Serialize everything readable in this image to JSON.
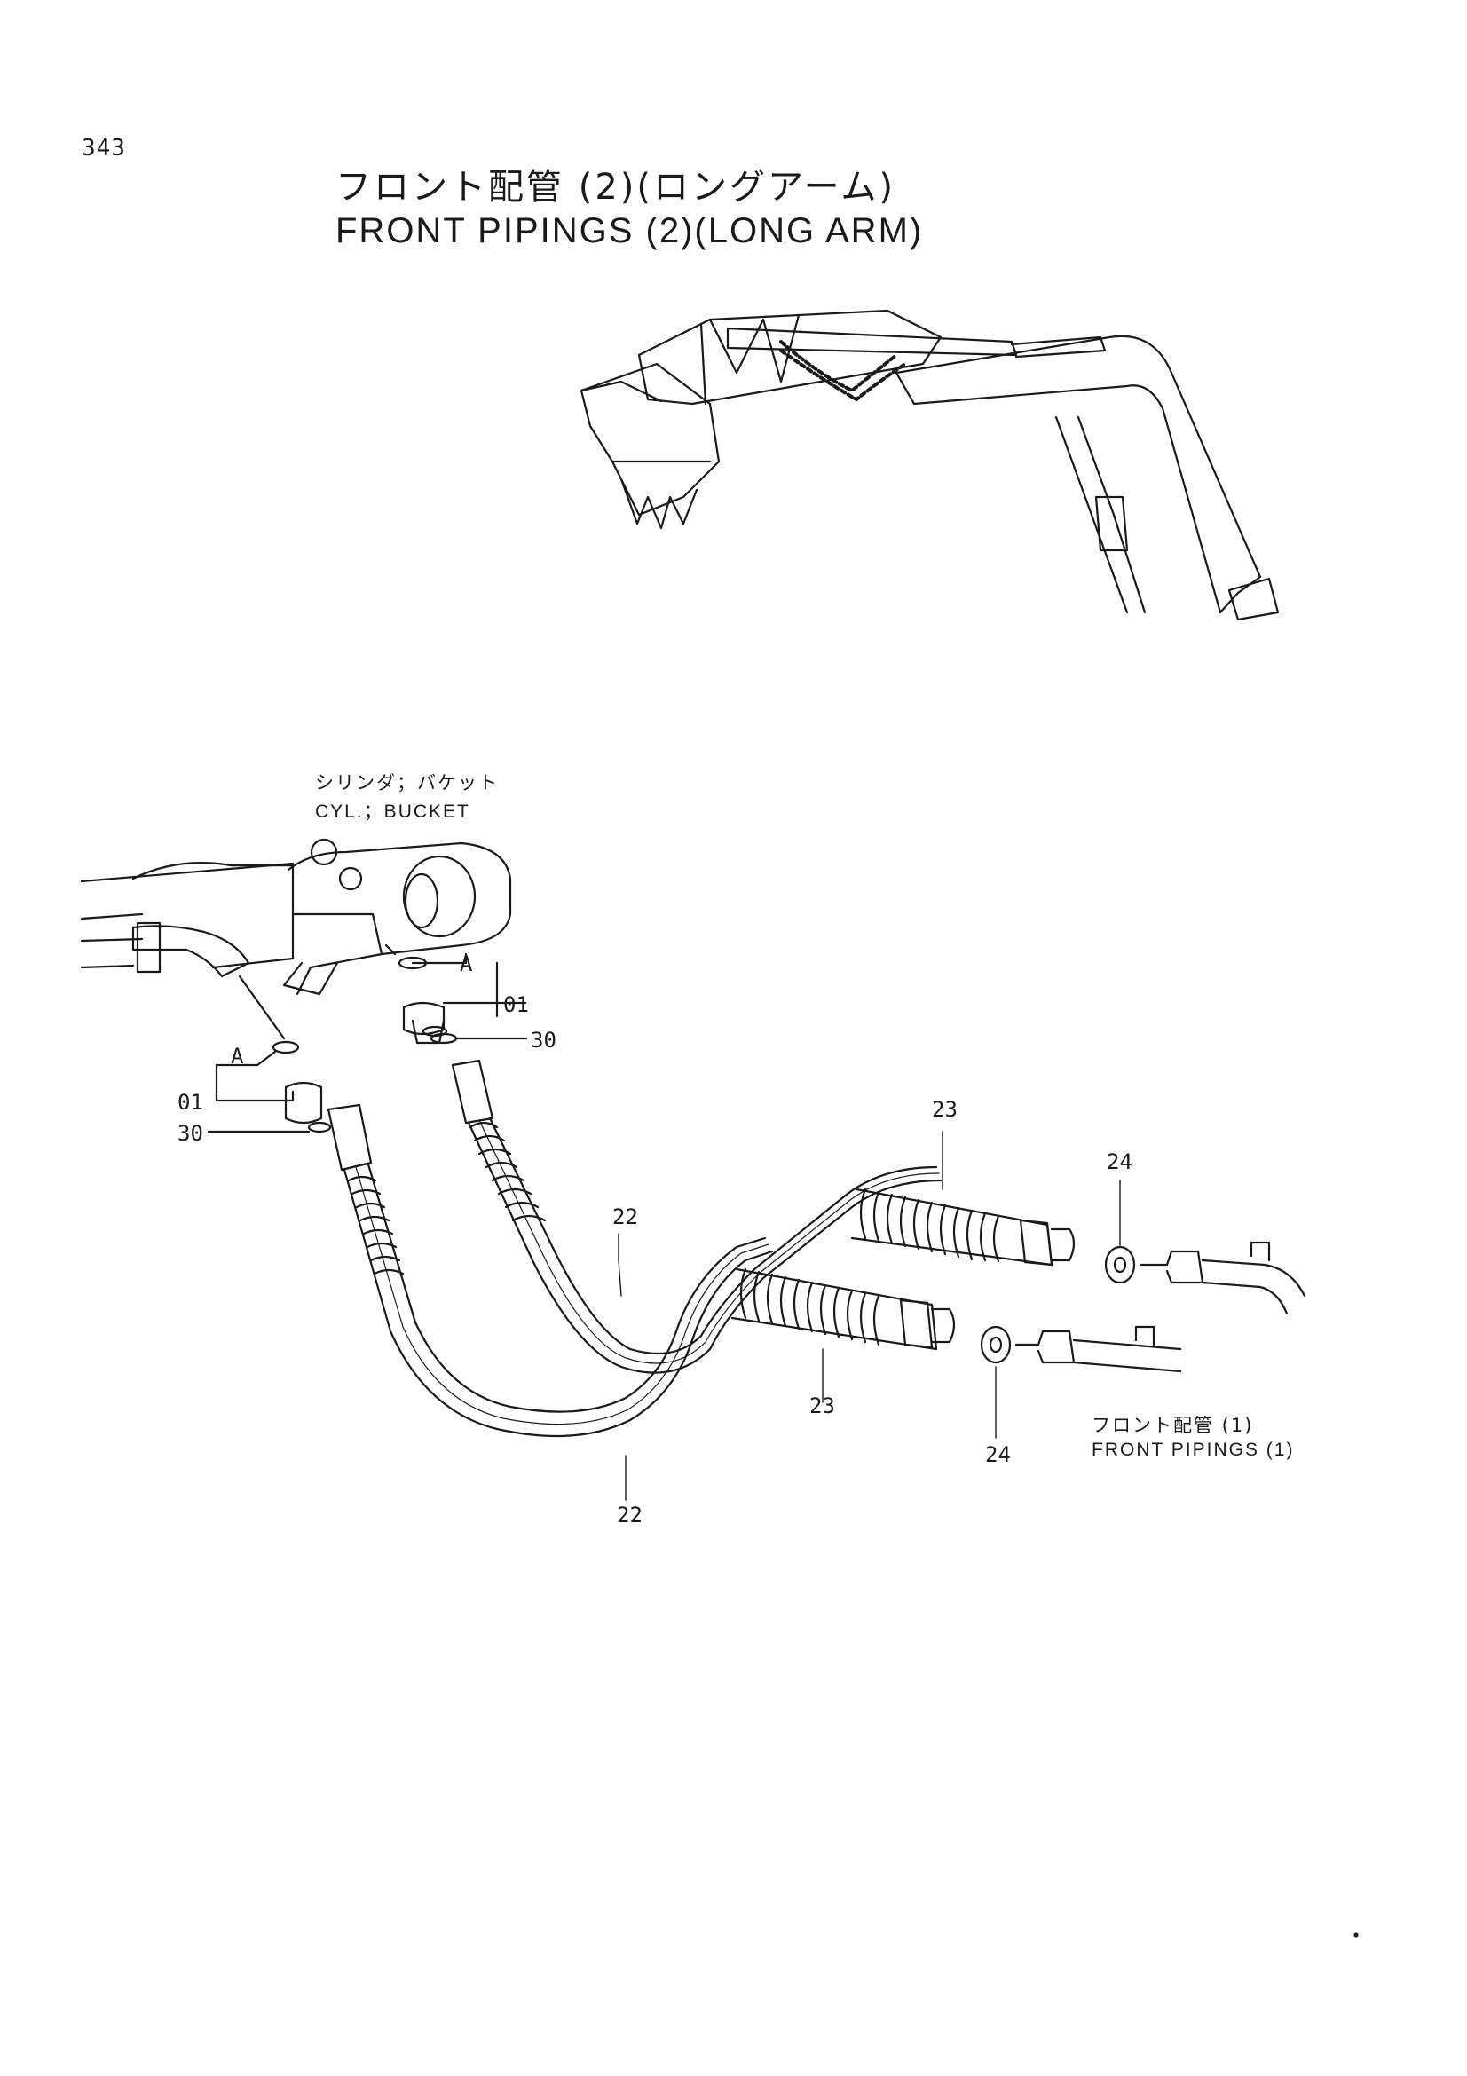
{
  "page_number": "343",
  "title": {
    "jp": "フロント配管 (2)(ロングアーム)",
    "en": "FRONT PIPINGS (2)(LONG ARM)"
  },
  "component_label": {
    "jp": "シリンダ；バケット",
    "en": "CYL.；BUCKET"
  },
  "reference_label": {
    "jp": "フロント配管 (1)",
    "en": "FRONT PIPINGS (1)"
  },
  "callouts": {
    "a_upper": "A",
    "a_lower": "A",
    "part_01_upper": "01",
    "part_01_lower": "01",
    "part_30_upper": "30",
    "part_30_lower": "30",
    "part_22_upper": "22",
    "part_22_lower": "22",
    "part_23_upper": "23",
    "part_23_lower": "23",
    "part_24_upper": "24",
    "part_24_lower": "24"
  },
  "colors": {
    "ink": "#1a1a1a",
    "paper": "#ffffff"
  }
}
